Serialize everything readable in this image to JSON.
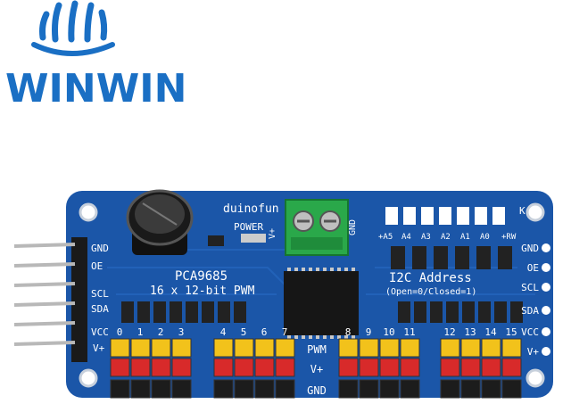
{
  "logo": {
    "text": "WINWIN",
    "color": "#1a6fc4",
    "accent": "#f39c12"
  },
  "board": {
    "color": "#1b56a8",
    "brand": "duinofun",
    "chip_name": "PCA9685",
    "subtitle": "16 x 12-bit PWM",
    "power_label": "POWER",
    "vplus_label": "V+",
    "gnd_label": "GND",
    "i2c_title": "I2C Address",
    "i2c_note": "(Open=0/Closed=1)",
    "address_bits": [
      "+A5",
      "A4",
      "A3",
      "A2",
      "A1",
      "A0",
      "+RW"
    ],
    "left_pins": [
      "GND",
      "OE",
      "SCL",
      "SDA",
      "VCC",
      "V+"
    ],
    "right_pins": [
      "GND",
      "OE",
      "SCL",
      "SDA",
      "VCC",
      "V+"
    ],
    "channel_labels": [
      "0",
      "1",
      "2",
      "3",
      "4",
      "5",
      "6",
      "7",
      "8",
      "9",
      "10",
      "11",
      "12",
      "13",
      "14",
      "15"
    ],
    "row_labels": [
      "PWM",
      "V+",
      "GND"
    ],
    "k_label": "K"
  }
}
